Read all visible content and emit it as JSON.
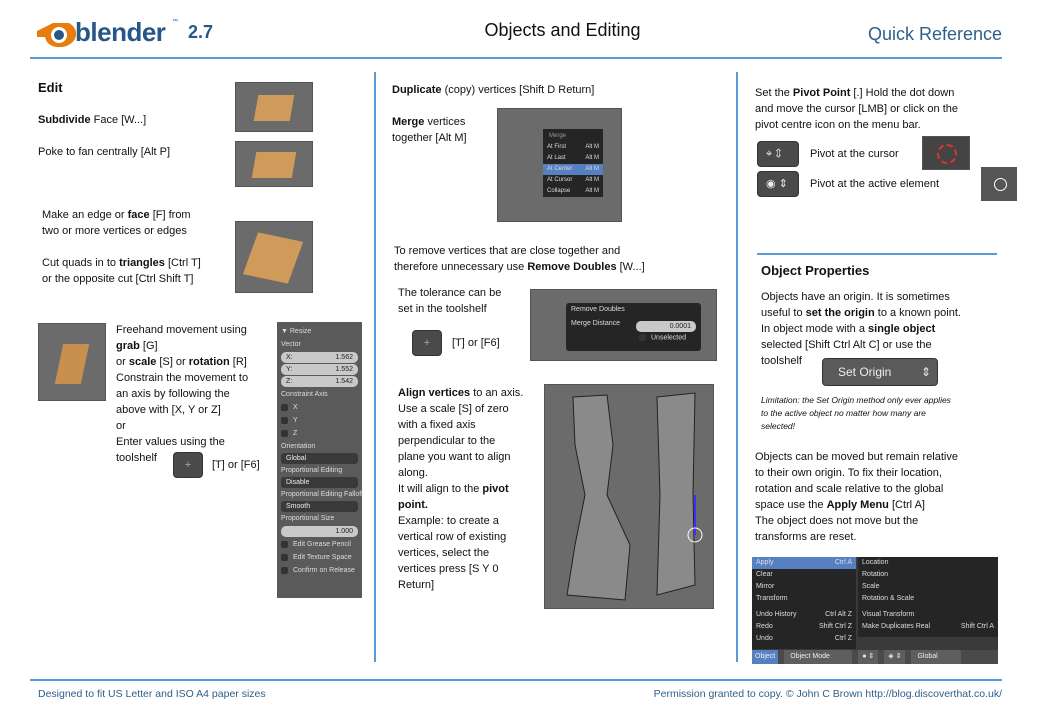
{
  "header": {
    "logo_text": "blender",
    "logo_tm": "™",
    "version": "2.7",
    "title": "Objects and Editing",
    "right": "Quick Reference"
  },
  "colors": {
    "accent": "#5b9bd5",
    "heading_blue": "#2e5f8a",
    "blender_orange": "#e87d0d",
    "blender_blue": "#265787"
  },
  "edit": {
    "heading": "Edit",
    "subdivide": [
      [
        {
          "t": "Subdivide",
          "b": true
        },
        {
          "t": "  Face [W...]"
        }
      ]
    ],
    "poke": [
      [
        {
          "t": "Poke to fan centrally [Alt P]"
        }
      ]
    ],
    "edge_face": [
      [
        {
          "t": "Make an edge or "
        },
        {
          "t": "face",
          "b": true
        },
        {
          "t": " [F] from"
        }
      ],
      [
        {
          "t": "two or more vertices or edges"
        }
      ]
    ],
    "triangles": [
      [
        {
          "t": "Cut quads in to "
        },
        {
          "t": "triangles",
          "b": true
        },
        {
          "t": " [Ctrl T]"
        }
      ],
      [
        {
          "t": "or the opposite cut [Ctrl Shift T]"
        }
      ]
    ],
    "freehand": [
      [
        {
          "t": "Freehand movement  using"
        }
      ],
      [
        {
          "t": "grab",
          "b": true
        },
        {
          "t": " [G]"
        }
      ],
      [
        {
          "t": "or "
        },
        {
          "t": "scale",
          "b": true
        },
        {
          "t": " [S] or "
        },
        {
          "t": "rotation",
          "b": true
        },
        {
          "t": " [R]"
        }
      ],
      [
        {
          "t": "Constrain the movement  to"
        }
      ],
      [
        {
          "t": "an axis by following the"
        }
      ],
      [
        {
          "t": "above with [X, Y or Z]"
        }
      ],
      [
        {
          "t": "or"
        }
      ],
      [
        {
          "t": "Enter values using the"
        }
      ],
      [
        {
          "t": "toolshelf"
        }
      ]
    ],
    "toolshelf_keys": "[T] or [F6]",
    "resize_panel": {
      "title": "▼ Resize",
      "vector": "Vector",
      "x_label": "X:",
      "x": "1.562",
      "y_label": "Y:",
      "y": "1.552",
      "z_label": "Z:",
      "z": "1.542",
      "constraint": "Constraint Axis",
      "cx": "X",
      "cy": "Y",
      "cz": "Z",
      "orientation": "Orientation",
      "orientation_value": "Global",
      "prop_editing": "Proportional Editing",
      "prop_value": "Disable",
      "falloff": "Proportional Editing Falloff",
      "falloff_value": "Smooth",
      "prop_size": "Proportional Size",
      "prop_size_value": "1.000",
      "grease": "Edit Grease Pencil",
      "texture": "Edit Texture Space",
      "confirm": "Confirm on Release"
    }
  },
  "col2": {
    "duplicate": [
      [
        {
          "t": "Duplicate",
          "b": true
        },
        {
          "t": "  (copy) vertices [Shift D Return]"
        }
      ]
    ],
    "merge": [
      [
        {
          "t": "Merge",
          "b": true
        },
        {
          "t": " vertices"
        }
      ],
      [
        {
          "t": "together  [Alt M]"
        }
      ]
    ],
    "merge_menu": {
      "title": "Merge",
      "items": [
        {
          "label": "At First",
          "key": "Alt M"
        },
        {
          "label": "At Last",
          "key": "Alt M"
        },
        {
          "label": "At Center",
          "key": "Alt M"
        },
        {
          "label": "At Cursor",
          "key": "Alt M"
        },
        {
          "label": "Collapse",
          "key": "Alt M"
        }
      ]
    },
    "remove": [
      [
        {
          "t": "To remove  vertices that are close together  and"
        }
      ],
      [
        {
          "t": "therefore  unnecessary use "
        },
        {
          "t": "Remove Doubles",
          "b": true
        },
        {
          "t": " [W...]"
        }
      ]
    ],
    "tolerance": [
      [
        {
          "t": "The tolerance can be"
        }
      ],
      [
        {
          "t": "set in the toolshelf"
        }
      ]
    ],
    "toolshelf_keys": "[T] or [F6]",
    "remove_panel": {
      "title": "Remove Doubles",
      "merge_distance": "Merge Distance",
      "value": "0.0001",
      "unselected": "Unselected"
    },
    "align": [
      [
        {
          "t": "Align vertices",
          "b": true
        },
        {
          "t": " to an axis."
        }
      ],
      [
        {
          "t": "Use a scale [S] of zero"
        }
      ],
      [
        {
          "t": "with a fixed axis"
        }
      ],
      [
        {
          "t": "perpendicular to the"
        }
      ],
      [
        {
          "t": "plane you want to align"
        }
      ],
      [
        {
          "t": "along."
        }
      ],
      [
        {
          "t": "It will align to the "
        },
        {
          "t": "pivot",
          "b": true
        }
      ],
      [
        {
          "t": "point.",
          "b": true
        }
      ],
      [
        {
          "t": "Example: to create a"
        }
      ],
      [
        {
          "t": "vertical row of existing"
        }
      ],
      [
        {
          "t": "vertices, select the"
        }
      ],
      [
        {
          "t": "vertices press [S Y 0"
        }
      ],
      [
        {
          "t": "Return]"
        }
      ]
    ]
  },
  "col3": {
    "pivot": [
      [
        {
          "t": "Set the "
        },
        {
          "t": "Pivot Point",
          "b": true
        },
        {
          "t": " [.]  Hold the dot down"
        }
      ],
      [
        {
          "t": "and move the  cursor [LMB]  or click on the"
        }
      ],
      [
        {
          "t": "pivot centre  icon on the menu bar."
        }
      ]
    ],
    "pivot_cursor": "Pivot at the cursor",
    "pivot_active": "Pivot at the active element",
    "obj_heading": "Object Properties",
    "origin": [
      [
        {
          "t": "Objects have an origin. It is sometimes"
        }
      ],
      [
        {
          "t": "useful to "
        },
        {
          "t": "set the origin",
          "b": true
        },
        {
          "t": " to a known point."
        }
      ],
      [
        {
          "t": "In object mode  with a "
        },
        {
          "t": "single object",
          "b": true
        }
      ],
      [
        {
          "t": "selected [Shift Ctrl Alt C] or use the"
        }
      ],
      [
        {
          "t": "toolshelf"
        }
      ]
    ],
    "set_origin": "Set Origin",
    "limitation": [
      "Limitation: the Set Origin method only ever applies",
      "to the active object no matter how many are",
      "selected!"
    ],
    "apply": [
      [
        {
          "t": "Objects can be moved but remain relative"
        }
      ],
      [
        {
          "t": "to their own origin. To fix their location,"
        }
      ],
      [
        {
          "t": "rotation and scale relative to the  global"
        }
      ],
      [
        {
          "t": "space use the "
        },
        {
          "t": "Apply Menu",
          "b": true
        },
        {
          "t": " [Ctrl A]"
        }
      ],
      [
        {
          "t": "The object does not move  but the"
        }
      ],
      [
        {
          "t": "transforms are reset."
        }
      ]
    ],
    "object_menu": {
      "left": [
        {
          "label": "Apply",
          "key": "Ctrl A"
        },
        {
          "label": "Clear",
          "key": ""
        },
        {
          "label": "Mirror",
          "key": ""
        },
        {
          "label": "Transform",
          "key": ""
        },
        {
          "label": "Undo History",
          "key": "Ctrl Alt Z"
        },
        {
          "label": "Redo",
          "key": "Shift Ctrl Z"
        },
        {
          "label": "Undo",
          "key": "Ctrl Z"
        }
      ],
      "right": [
        {
          "label": "Location",
          "key": ""
        },
        {
          "label": "Rotation",
          "key": ""
        },
        {
          "label": "Scale",
          "key": ""
        },
        {
          "label": "Rotation & Scale",
          "key": ""
        },
        {
          "label": "Visual Transform",
          "key": ""
        },
        {
          "label": "Make Duplicates Real",
          "key": "Shift Ctrl A"
        }
      ],
      "bar_object": "Object",
      "bar_mode": "Object Mode",
      "bar_global": "Global"
    }
  },
  "footer": {
    "left": "Designed to fit US Letter and ISO A4 paper sizes",
    "right": "Permission granted to copy.  © John C Brown   http://blog.discoverthat.co.uk/"
  }
}
